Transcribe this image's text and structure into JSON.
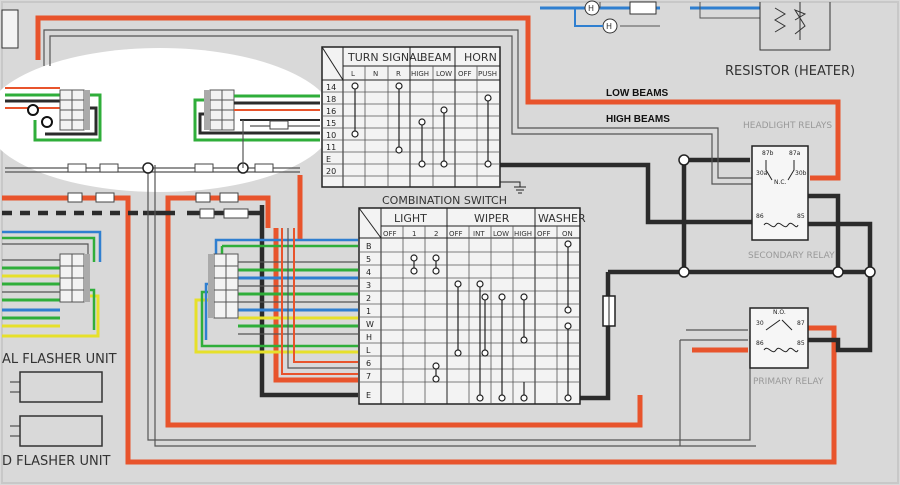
{
  "wire_labels": {
    "low_beams": "LOW BEAMS",
    "high_beams": "HIGH BEAMS"
  },
  "resistor_label": "RESISTOR (HEATER)",
  "headlight_relays_label": "HEADLIGHT RELAYS",
  "secondary_relay_label": "SECONDARY RELAY",
  "primary_relay_label": "PRIMARY RELAY",
  "flasher_units": [
    "AL FLASHER UNIT",
    "D FLASHER UNIT"
  ],
  "turn_beam_switch": {
    "headers": [
      "TURN SIGNAL",
      "BEAM",
      "HORN"
    ],
    "subheaders": [
      "L",
      "N",
      "R",
      "HIGH",
      "LOW",
      "OFF",
      "PUSH"
    ],
    "pins": [
      "14",
      "18",
      "16",
      "15",
      "10",
      "11",
      "E",
      "20"
    ]
  },
  "combination_switch": {
    "title": "COMBINATION SWITCH",
    "headers": [
      "LIGHT",
      "WIPER",
      "WASHER"
    ],
    "subheaders": [
      "OFF",
      "1",
      "2",
      "OFF",
      "INT",
      "LOW",
      "HIGH",
      "OFF",
      "ON"
    ],
    "pins": [
      "B",
      "5",
      "4",
      "3",
      "2",
      "1",
      "W",
      "H",
      "L",
      "6",
      "7",
      "E"
    ]
  },
  "relay_pins": {
    "secondary": [
      "87b",
      "87a",
      "30a",
      "N.C.",
      "30b",
      "86",
      "85"
    ],
    "primary": [
      "30",
      "N.O.",
      "87",
      "86",
      "85"
    ]
  },
  "colors": {
    "orange": "#e8542c",
    "black": "#2b2b2b",
    "blue": "#2f7fd0",
    "green": "#2fae3a",
    "yellow": "#e6e02a",
    "background": "#d9d9d9"
  }
}
